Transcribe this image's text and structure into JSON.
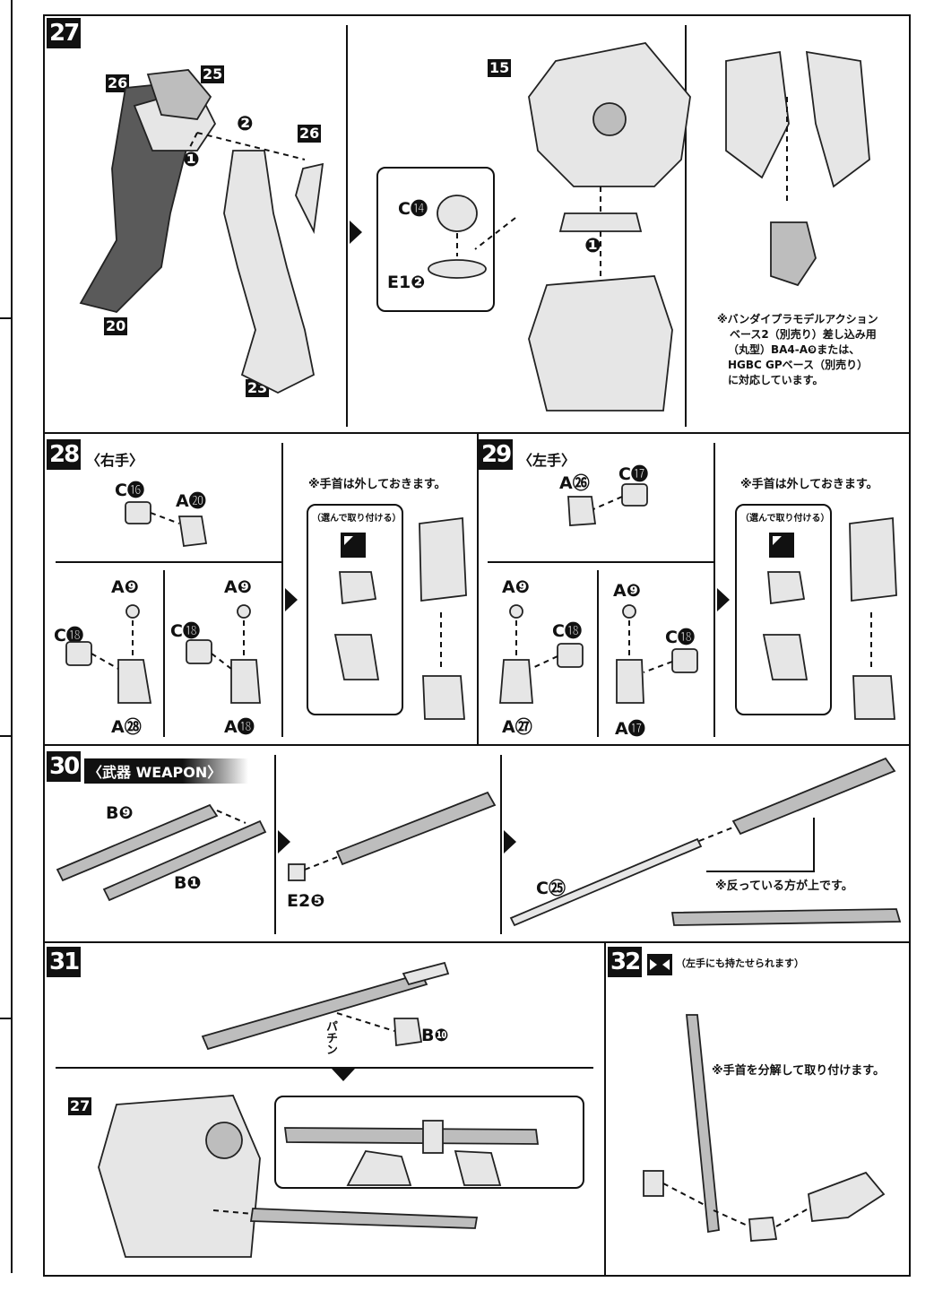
{
  "steps": {
    "s27": {
      "num": "27",
      "tags": [
        "26",
        "25",
        "26",
        "20",
        "23",
        "15"
      ],
      "seq": [
        "❷",
        "❶",
        "❷",
        "❶"
      ],
      "parts": {
        "c14": "C⓮",
        "e12": "E1❷"
      },
      "note": [
        "※バンダイプラモデルアクション",
        "ベース2（別売り）差し込み用",
        "（丸型）BA4-A❾または、",
        "HGBC GPベース（別売り）",
        "に対応しています。"
      ]
    },
    "s28": {
      "num": "28",
      "title": "〈右手〉",
      "note": "※手首は外しておきます。",
      "choose": "（選んで取り付ける）",
      "parts": {
        "c16": "C⓰",
        "a20": "A⓴",
        "a9a": "A❾",
        "c18a": "C⓲",
        "a28": "A㉘",
        "a9b": "A❾",
        "c18b": "C⓲",
        "a18": "A⓲"
      }
    },
    "s29": {
      "num": "29",
      "title": "〈左手〉",
      "note": "※手首は外しておきます。",
      "choose": "（選んで取り付ける）",
      "parts": {
        "a26": "A㉖",
        "c17": "C⓱",
        "a9a": "A❾",
        "c18a": "C⓲",
        "a27": "A㉗",
        "a9b": "A❾",
        "c18b": "C⓲",
        "a17": "A⓱"
      }
    },
    "s30": {
      "num": "30",
      "title": "〈武器 WEAPON〉",
      "parts": {
        "b9": "B❾",
        "b1": "B❶",
        "e25": "E2❺",
        "c25": "C㉕"
      },
      "note": "※反っている方が上です。"
    },
    "s31": {
      "num": "31",
      "parts": {
        "b10": "B❿"
      },
      "sfx": "パチン",
      "tag": "27"
    },
    "s32": {
      "num": "32",
      "sub": "（左手にも持たせられます）",
      "note": "※手首を分解して取り付けます。"
    }
  }
}
